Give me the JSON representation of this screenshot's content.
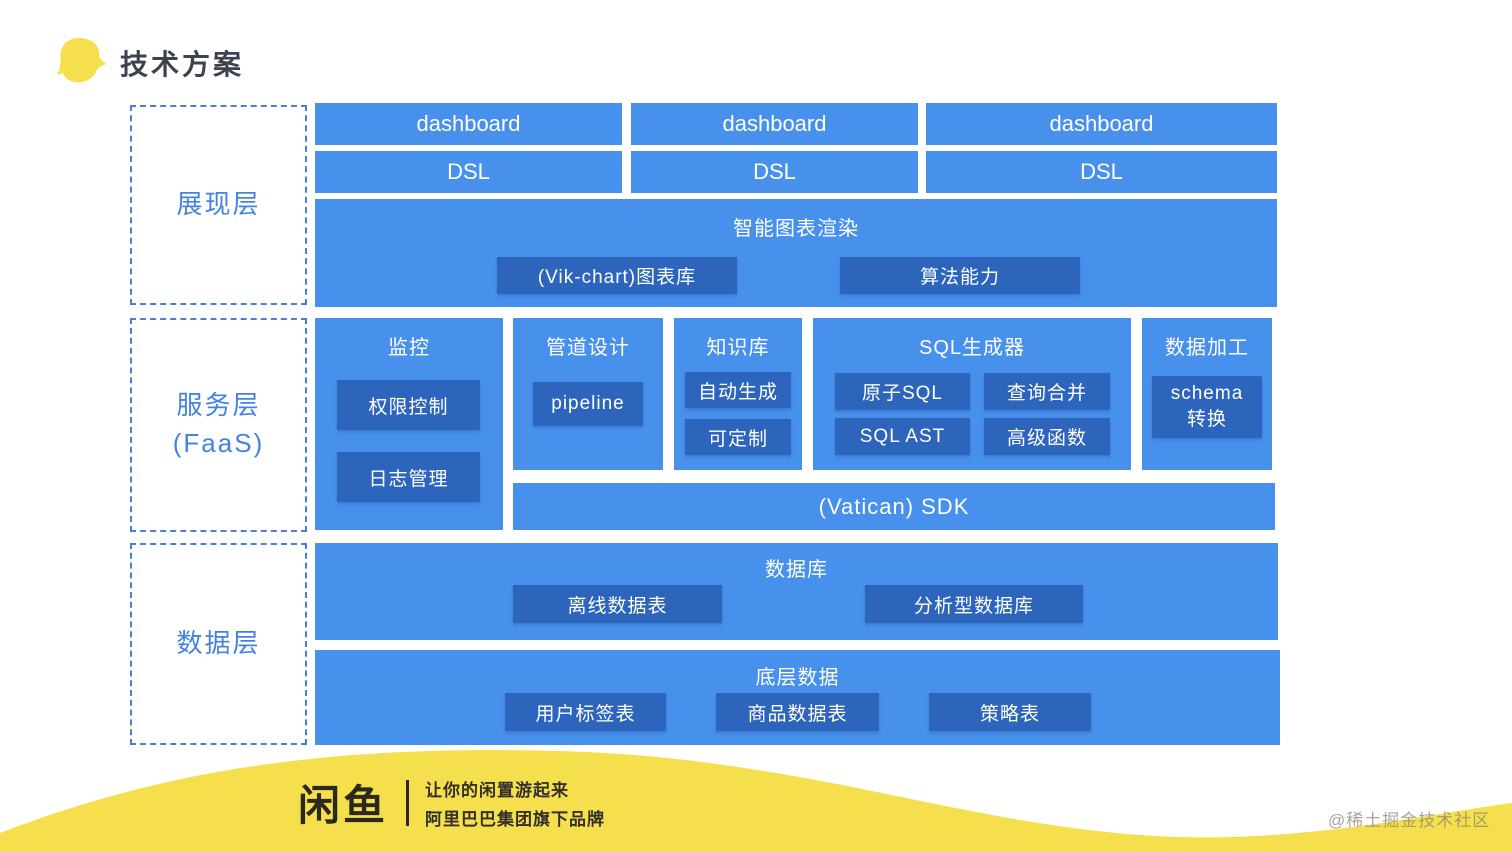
{
  "page": {
    "title": "技术方案",
    "watermark": "@稀土掘金技术社区"
  },
  "colors": {
    "primary_blue": "#4791EC",
    "dark_blue": "#2D65BC",
    "label_blue": "#4583E0",
    "brand_yellow": "#F5DF4D"
  },
  "layers": {
    "presentation": {
      "label": "展现层",
      "dashboards": [
        "dashboard",
        "dashboard",
        "dashboard"
      ],
      "dsls": [
        "DSL",
        "DSL",
        "DSL"
      ],
      "chart_render": {
        "title": "智能图表渲染",
        "items": [
          "(Vik-chart)图表库",
          "算法能力"
        ]
      }
    },
    "service": {
      "label_line1": "服务层",
      "label_line2": "(FaaS)",
      "monitor": {
        "title": "监控",
        "items": [
          "权限控制",
          "日志管理"
        ]
      },
      "pipeline_design": {
        "title": "管道设计",
        "items": [
          "pipeline"
        ]
      },
      "knowledge_base": {
        "title": "知识库",
        "items": [
          "自动生成",
          "可定制"
        ]
      },
      "sql_generator": {
        "title": "SQL生成器",
        "items": [
          "原子SQL",
          "查询合并",
          "SQL AST",
          "高级函数"
        ]
      },
      "data_processing": {
        "title": "数据加工",
        "items": [
          "schema 转换"
        ]
      },
      "sdk": "(Vatican) SDK"
    },
    "data": {
      "label": "数据层",
      "database": {
        "title": "数据库",
        "items": [
          "离线数据表",
          "分析型数据库"
        ]
      },
      "base_data": {
        "title": "底层数据",
        "items": [
          "用户标签表",
          "商品数据表",
          "策略表"
        ]
      }
    }
  },
  "footer": {
    "logo": "闲鱼",
    "slogan_line1": "让你的闲置游起来",
    "slogan_line2": "阿里巴巴集团旗下品牌"
  }
}
